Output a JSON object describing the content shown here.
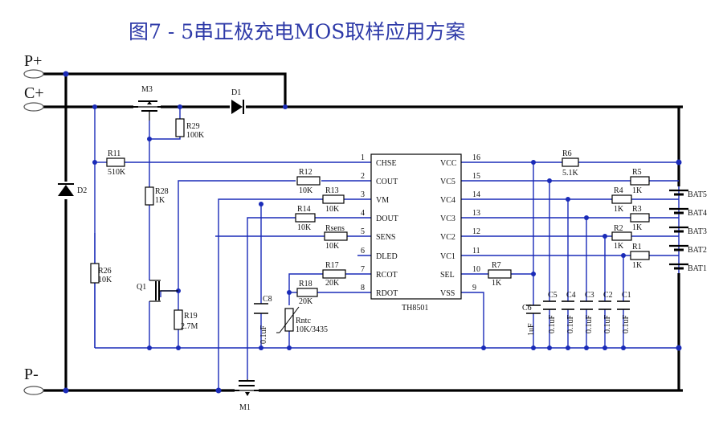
{
  "title": "图7 - 5串正极充电MOS取样应用方案",
  "terminals": {
    "pplus": "P+",
    "cplus": "C+",
    "pminus": "P-"
  },
  "ic": {
    "name": "TH8501",
    "left_pins": [
      {
        "num": "1",
        "name": "CHSE"
      },
      {
        "num": "2",
        "name": "COUT"
      },
      {
        "num": "3",
        "name": "VM"
      },
      {
        "num": "4",
        "name": "DOUT"
      },
      {
        "num": "5",
        "name": "SENS"
      },
      {
        "num": "6",
        "name": "DLED"
      },
      {
        "num": "7",
        "name": "RCOT"
      },
      {
        "num": "8",
        "name": "RDOT"
      }
    ],
    "right_pins": [
      {
        "num": "16",
        "name": "VCC"
      },
      {
        "num": "15",
        "name": "VC5"
      },
      {
        "num": "14",
        "name": "VC4"
      },
      {
        "num": "13",
        "name": "VC3"
      },
      {
        "num": "12",
        "name": "VC2"
      },
      {
        "num": "11",
        "name": "VC1"
      },
      {
        "num": "10",
        "name": "SEL"
      },
      {
        "num": "9",
        "name": "VSS"
      }
    ]
  },
  "components": {
    "m3": "M3",
    "m1": "M1",
    "q1": "Q1",
    "d1": "D1",
    "d2": "D2",
    "r29": "R29",
    "r29v": "100K",
    "r11": "R11",
    "r11v": "510K",
    "r28": "R28",
    "r28v": "1K",
    "r26": "R26",
    "r26v": "10K",
    "r19": "R19",
    "r19v": "2.7M",
    "r12": "R12",
    "r12v": "10K",
    "r13": "R13",
    "r13v": "10K",
    "r14": "R14",
    "r14v": "10K",
    "rsens": "Rsens",
    "rsensv": "10K",
    "r17": "R17",
    "r17v": "20K",
    "r18": "R18",
    "r18v": "20K",
    "rntc": "Rntc",
    "rntcv": "10K/3435",
    "c8": "C8",
    "c8v": "0.1uF",
    "r6": "R6",
    "r6v": "5.1K",
    "r5": "R5",
    "r5v": "1K",
    "r4": "R4",
    "r4v": "1K",
    "r3": "R3",
    "r3v": "1K",
    "r2": "R2",
    "r2v": "1K",
    "r1": "R1",
    "r1v": "1K",
    "r7": "R7",
    "r7v": "1K",
    "c6": "C6",
    "c6v": "1uF",
    "c5": "C5",
    "c5v": "0.1uF",
    "c4": "C4",
    "c4v": "0.1uF",
    "c3": "C3",
    "c3v": "0.1uF",
    "c2": "C2",
    "c2v": "0.1uF",
    "c1": "C1",
    "c1v": "0.1uF"
  },
  "batteries": [
    "BAT5",
    "BAT4",
    "BAT3",
    "BAT2",
    "BAT1"
  ],
  "colors": {
    "wire": "#1a2bb8",
    "power": "#000000",
    "title": "#2e3aa8"
  }
}
